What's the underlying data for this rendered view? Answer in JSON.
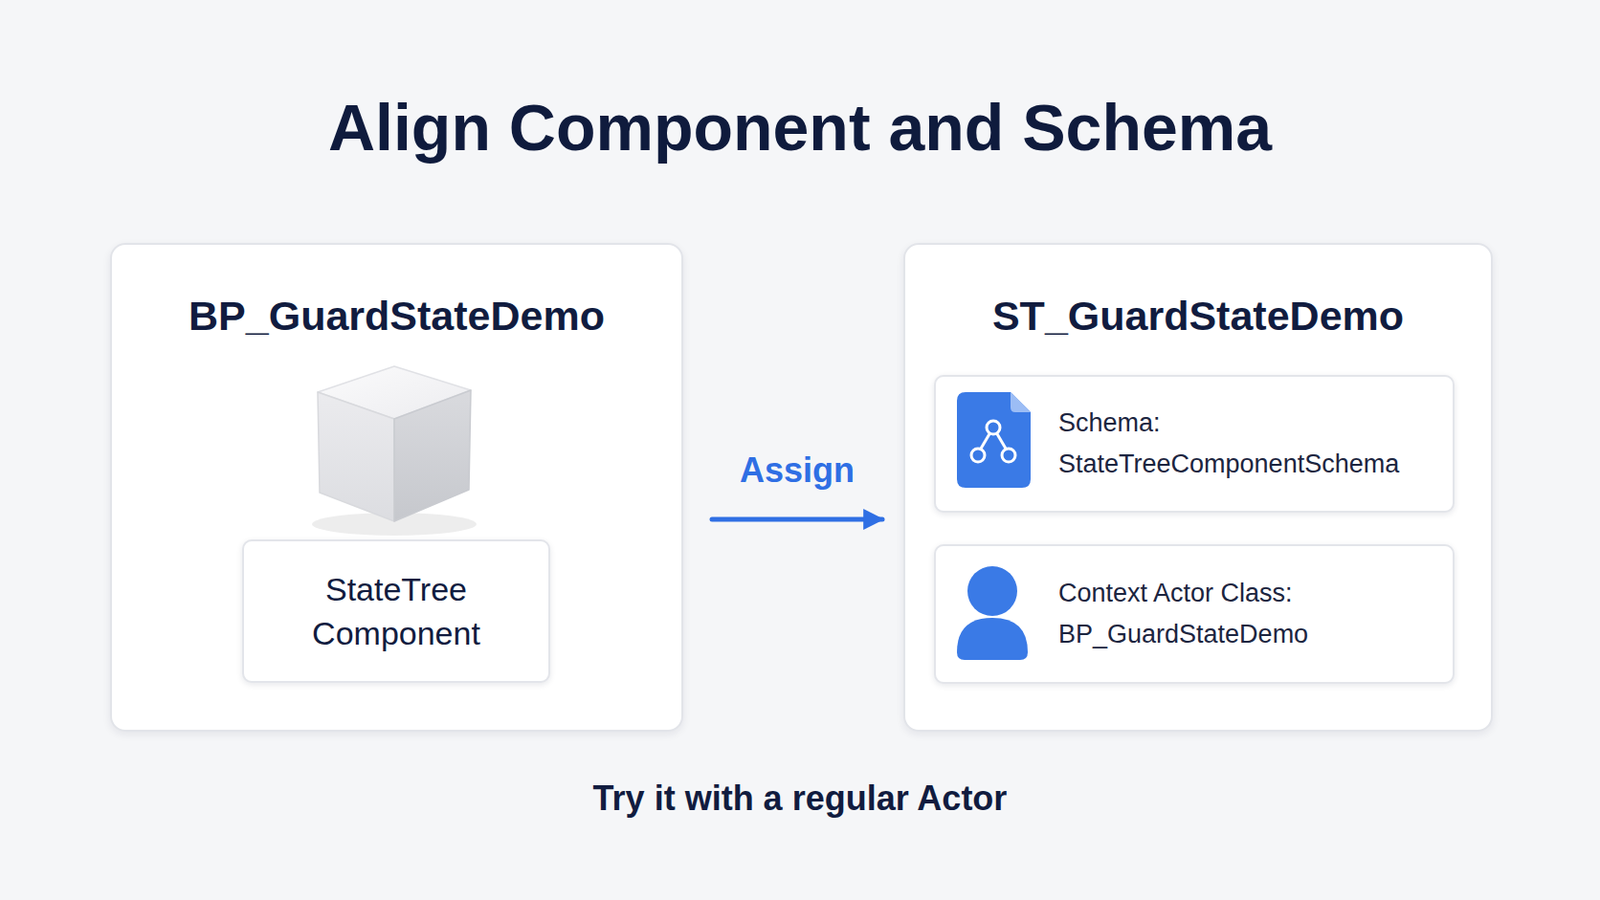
{
  "diagram": {
    "title": "Align Component and Schema",
    "caption": "Try it with a regular Actor",
    "nodes": [
      {
        "text": [
          "BP_GuardStateDemo"
        ]
      },
      {
        "text": [
          "StateTree Component"
        ],
        "in": 0
      },
      {
        "text": [
          "ST_GuardStateDemo"
        ]
      },
      {
        "text": [
          "Schema:",
          "StateTreeComponentSchema"
        ],
        "in": 2
      },
      {
        "text": [
          "Context Actor Class:",
          "BP_GuardStateDemo"
        ],
        "in": 2
      }
    ],
    "edges": [
      {
        "from": 0,
        "to": 2,
        "label": "Assign",
        "arrow": "to"
      }
    ]
  }
}
